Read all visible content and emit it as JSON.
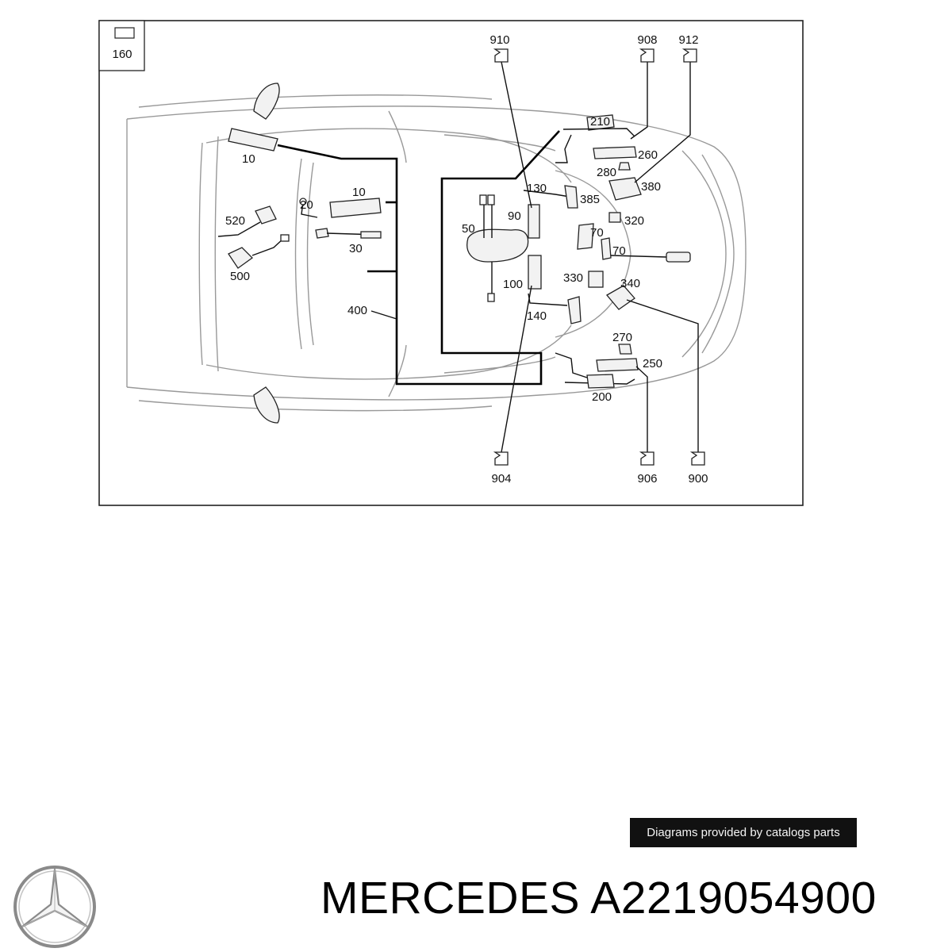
{
  "diagram": {
    "callouts": [
      "160",
      "910",
      "908",
      "912",
      "10",
      "210",
      "260",
      "280",
      "380",
      "130",
      "385",
      "20",
      "10",
      "90",
      "320",
      "520",
      "50",
      "70",
      "30",
      "70",
      "500",
      "330",
      "340",
      "100",
      "400",
      "140",
      "270",
      "250",
      "200",
      "904",
      "906",
      "900"
    ]
  },
  "caption": "Diagrams provided by catalogs parts",
  "title": "MERCEDES A2219054900",
  "logo": {
    "name": "mercedes-star",
    "color": "#8a8a8a"
  }
}
